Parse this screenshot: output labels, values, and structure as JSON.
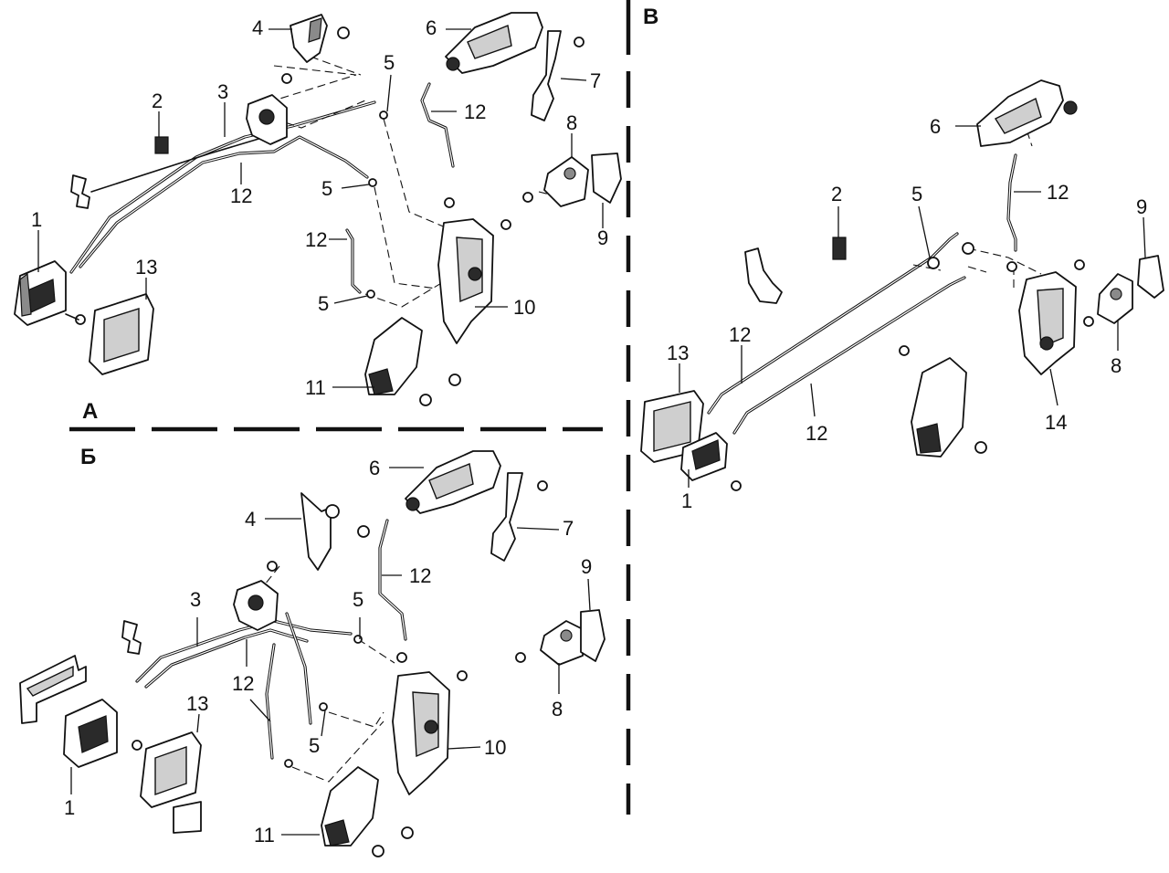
{
  "sections": {
    "a": "А",
    "b": "Б",
    "v": "В"
  },
  "labels": {
    "a": {
      "l1": "1",
      "l2": "2",
      "l3": "3",
      "l4": "4",
      "l5a": "5",
      "l5b": "5",
      "l5c": "5",
      "l6": "6",
      "l7": "7",
      "l8": "8",
      "l9": "9",
      "l10": "10",
      "l11": "11",
      "l12a": "12",
      "l12b": "12",
      "l12c": "12",
      "l13": "13"
    },
    "b": {
      "l1": "1",
      "l3": "3",
      "l4": "4",
      "l5a": "5",
      "l5b": "5",
      "l6": "6",
      "l7": "7",
      "l8": "8",
      "l9": "9",
      "l10": "10",
      "l11": "11",
      "l12a": "12",
      "l12b": "12",
      "l13": "13"
    },
    "v": {
      "l1": "1",
      "l2": "2",
      "l5": "5",
      "l6": "6",
      "l8": "8",
      "l9": "9",
      "l12a": "12",
      "l12b": "12",
      "l12c": "12",
      "l13": "13",
      "l14": "14"
    }
  }
}
